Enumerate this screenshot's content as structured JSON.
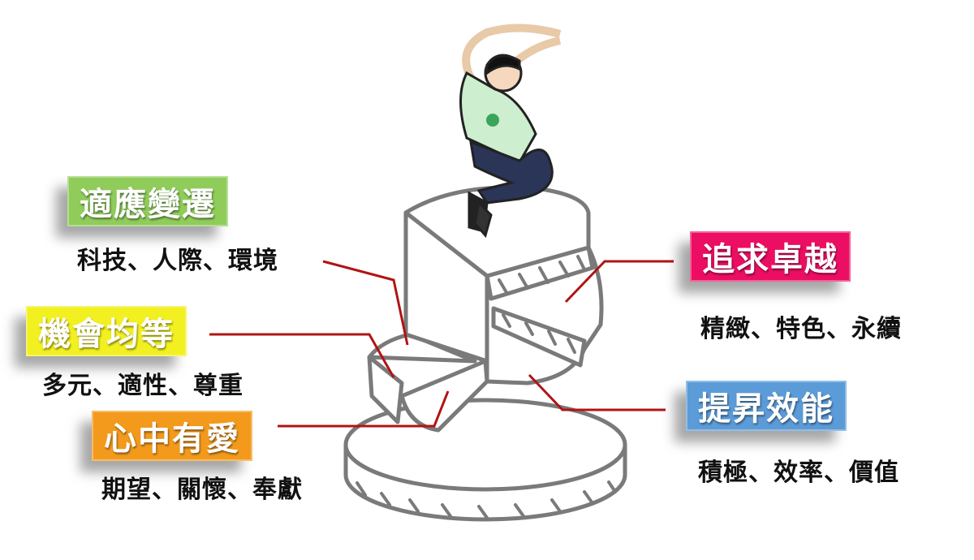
{
  "labels": [
    {
      "title": "適應變遷",
      "subtitle": "科技、人際、環境",
      "color": "#8fcc5a"
    },
    {
      "title": "機會均等",
      "subtitle": "多元、適性、尊重",
      "color": "#f2f020"
    },
    {
      "title": "心中有愛",
      "subtitle": "期望、關懷、奉獻",
      "color": "#f39a1c"
    },
    {
      "title": "追求卓越",
      "subtitle": "精緻、特色、永續",
      "color": "#ec0e63"
    },
    {
      "title": "提昇效能",
      "subtitle": "積極、效率、價值",
      "color": "#5b9bd8"
    }
  ],
  "colors": {
    "connector": "#b01414",
    "outline": "#7a7a7a"
  }
}
